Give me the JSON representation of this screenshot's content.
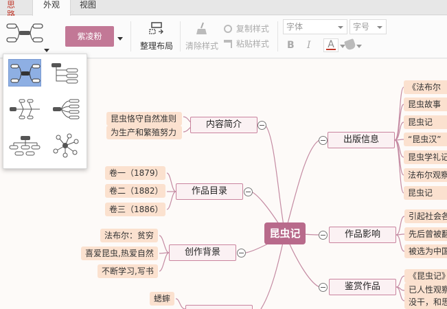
{
  "tabs": [
    {
      "label": "思路"
    },
    {
      "label": "外观"
    },
    {
      "label": "视图"
    }
  ],
  "toolbar": {
    "theme_label": "紫凌粉",
    "layout_label": "整理布局",
    "clear_style_label": "清除样式",
    "copy_style_label": "复制样式",
    "paste_style_label": "粘贴样式",
    "font_placeholder": "字体",
    "size_placeholder": "字号",
    "bold": "B",
    "italic": "I",
    "font_color": "A"
  },
  "colors": {
    "accent": "#c27896",
    "root_fill": "#b86a8b",
    "link": "#c48aa2",
    "leaf_fill": "#fbe1cf",
    "selected_option": "#8eafe3"
  },
  "structure_options": [
    {
      "icon": "mindmap-balanced-icon",
      "selected": true
    },
    {
      "icon": "org-right-icon",
      "selected": false
    },
    {
      "icon": "fishbone-icon",
      "selected": false
    },
    {
      "icon": "tree-fan-icon",
      "selected": false
    },
    {
      "icon": "org-down-icon",
      "selected": false
    },
    {
      "icon": "radial-bubble-icon",
      "selected": false
    }
  ],
  "mindmap": {
    "root": "昆虫记",
    "left": [
      {
        "label": "内容简介",
        "leaves": [
          "昆虫恪守自然准则",
          "为生产和繁殖努力"
        ]
      },
      {
        "label": "作品目录",
        "leaves": [
          "卷一（1879）",
          "卷二（1882）",
          "卷三（1886）"
        ]
      },
      {
        "label": "创作背景",
        "leaves": [
          "法布尔：贫穷",
          "喜爱昆虫,热爱自然",
          "不断学习,写书"
        ]
      },
      {
        "label": "",
        "leaves": [
          "蟋蟀"
        ]
      }
    ],
    "right": [
      {
        "label": "出版信息",
        "leaves": [
          "《法布尔",
          "昆虫故事",
          "昆虫记",
          "“昆虫汉”",
          "昆虫学礼记",
          "法布尔观察",
          "昆虫记"
        ]
      },
      {
        "label": "作品影响",
        "leaves": [
          "引起社会各",
          "先后曾被翻",
          "被选为中国"
        ]
      },
      {
        "label": "鉴赏作品",
        "leaves": [
          "《昆虫记》",
          "已人性观察",
          "没干，和思"
        ]
      }
    ]
  }
}
